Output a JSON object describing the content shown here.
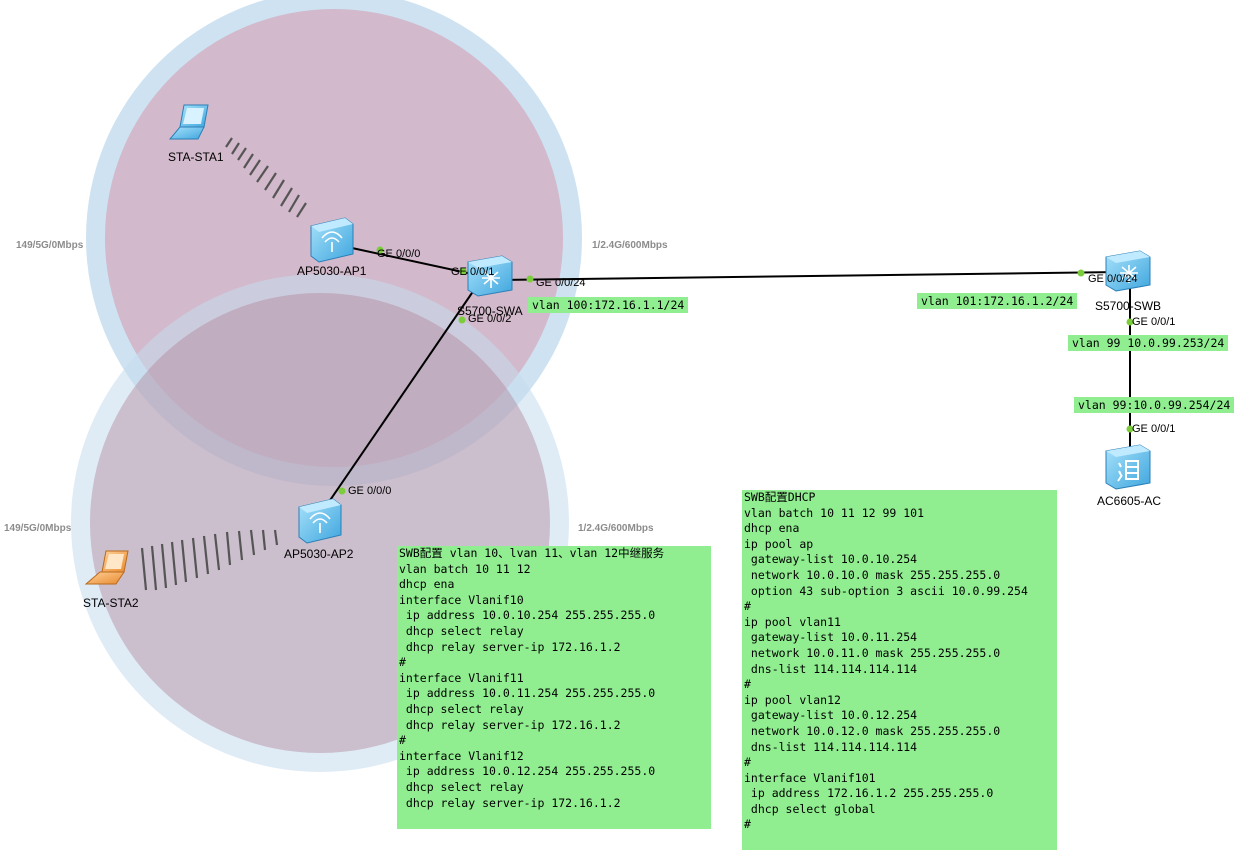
{
  "devices": {
    "sta1": "STA-STA1",
    "sta2": "STA-STA2",
    "ap1": "AP5030-AP1",
    "ap2": "AP5030-AP2",
    "swa": "S5700-SWA",
    "swb": "S5700-SWB",
    "ac": "AC6605-AC"
  },
  "ports": {
    "ap1_ge": "GE 0/0/0",
    "ap2_ge": "GE 0/0/0",
    "swa_ge1": "GE 0/0/1",
    "swa_ge2": "GE 0/0/2",
    "swa_ge24": "GE 0/0/24",
    "swb_ge24": "GE 0/0/24",
    "swb_ge1": "GE 0/0/1",
    "ac_ge1": "GE 0/0/1"
  },
  "radio": {
    "ap1_5g": "149/5G/0Mbps",
    "ap1_24g": "1/2.4G/600Mbps",
    "ap2_5g": "149/5G/0Mbps",
    "ap2_24g": "1/2.4G/600Mbps"
  },
  "vlan_tags": {
    "swa_vlan100": "vlan 100:172.16.1.1/24",
    "swb_vlan101": "vlan 101:172.16.1.2/24",
    "swb_vlan99": "vlan 99 10.0.99.253/24",
    "ac_vlan99": "vlan 99:10.0.99.254/24"
  },
  "swa_note": {
    "lines": [
      "SWB配置 vlan 10、lvan 11、vlan 12中继服务",
      "vlan batch 10 11 12",
      "dhcp ena",
      "interface Vlanif10",
      " ip address 10.0.10.254 255.255.255.0",
      " dhcp select relay",
      " dhcp relay server-ip 172.16.1.2",
      "#",
      "interface Vlanif11",
      " ip address 10.0.11.254 255.255.255.0",
      " dhcp select relay",
      " dhcp relay server-ip 172.16.1.2",
      "#",
      "interface Vlanif12",
      " ip address 10.0.12.254 255.255.255.0",
      " dhcp select relay",
      " dhcp relay server-ip 172.16.1.2"
    ]
  },
  "swb_note": {
    "lines": [
      "SWB配置DHCP",
      "vlan batch 10 11 12 99 101",
      "dhcp ena",
      "ip pool ap",
      " gateway-list 10.0.10.254",
      " network 10.0.10.0 mask 255.255.255.0",
      " option 43 sub-option 3 ascii 10.0.99.254",
      "#",
      "ip pool vlan11",
      " gateway-list 10.0.11.254",
      " network 10.0.11.0 mask 255.255.255.0",
      " dns-list 114.114.114.114",
      "#",
      "ip pool vlan12",
      " gateway-list 10.0.12.254",
      " network 10.0.12.0 mask 255.255.255.0",
      " dns-list 114.114.114.114",
      "#",
      "interface Vlanif101",
      " ip address 172.16.1.2 255.255.255.0",
      " dhcp select global",
      "#"
    ]
  },
  "colors": {
    "coverage_outer": "#c5ddef",
    "coverage_inner": "#d2b2c4",
    "note_bg": "#90ee90",
    "port_dot": "#7ccd3c",
    "link": "#000000",
    "device_blue": "#5bb8ea",
    "laptop_orange": "#f0a050"
  }
}
